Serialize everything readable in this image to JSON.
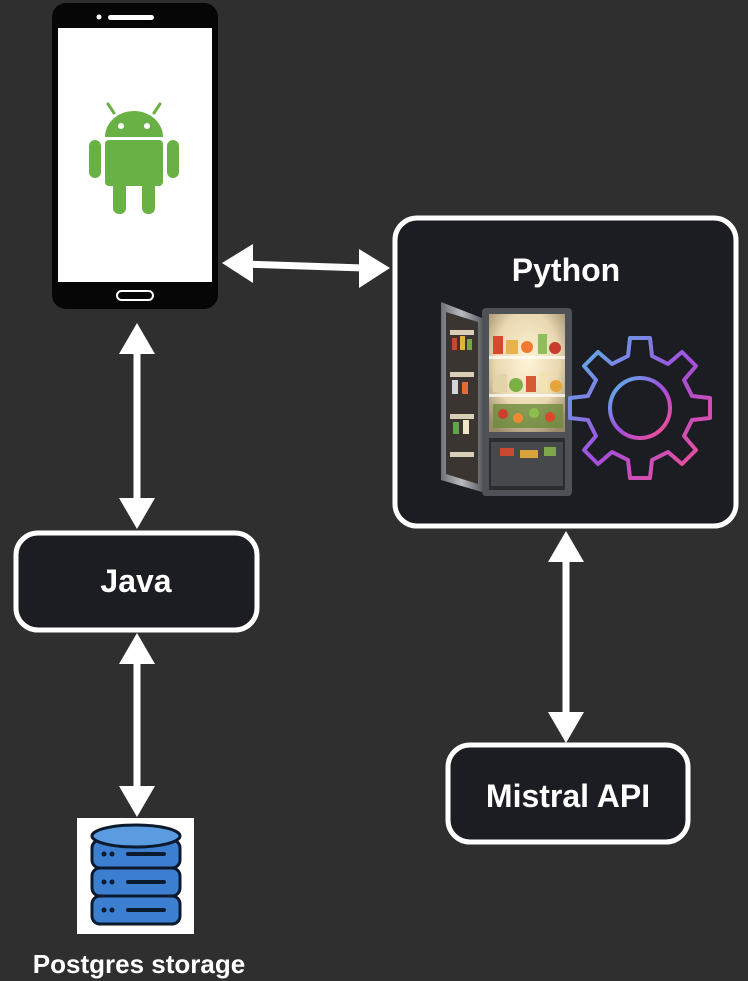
{
  "nodes": {
    "python_label": "Python",
    "java_label": "Java",
    "mistral_label": "Mistral API",
    "postgres_label": "Postgres storage"
  },
  "icons": {
    "phone": "smartphone-icon",
    "android": "android-robot-icon",
    "fridge": "open-fridge-image",
    "gear": "gear-icon",
    "database": "database-icon"
  },
  "colors": {
    "background": "#2f2f2f",
    "box_fill": "#1c1d22",
    "box_border": "#ffffff",
    "android_green": "#6ab145",
    "database_blue": "#3c7fd0"
  }
}
